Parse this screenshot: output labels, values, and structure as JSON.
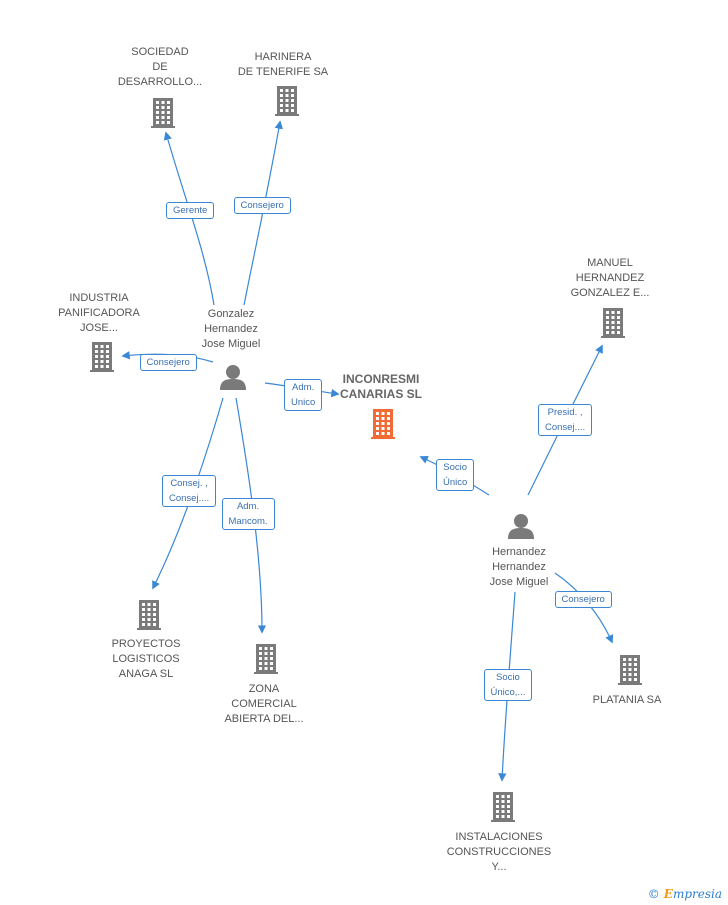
{
  "colors": {
    "edge": "#3a87d6",
    "building": "#7a7a7a",
    "building_center": "#f26b35",
    "person": "#7a7a7a"
  },
  "nodes": [
    {
      "id": "center",
      "type": "company",
      "highlight": true,
      "lines": [
        "INCONRESMI",
        "CANARIAS SL"
      ]
    },
    {
      "id": "sociedad",
      "type": "company",
      "lines": [
        "SOCIEDAD",
        "DE",
        "DESARROLLO..."
      ]
    },
    {
      "id": "harinera",
      "type": "company",
      "lines": [
        "HARINERA",
        "DE TENERIFE SA"
      ]
    },
    {
      "id": "industria",
      "type": "company",
      "lines": [
        "INDUSTRIA",
        "PANIFICADORA",
        "JOSE..."
      ]
    },
    {
      "id": "gonzalez",
      "type": "person",
      "lines": [
        "Gonzalez",
        "Hernandez",
        "Jose Miguel"
      ]
    },
    {
      "id": "proyectos",
      "type": "company",
      "lines": [
        "PROYECTOS",
        "LOGISTICOS",
        "ANAGA SL"
      ]
    },
    {
      "id": "zona",
      "type": "company",
      "lines": [
        "ZONA",
        "COMERCIAL",
        "ABIERTA DEL..."
      ]
    },
    {
      "id": "manuel",
      "type": "company",
      "lines": [
        "MANUEL",
        "HERNANDEZ",
        "GONZALEZ E..."
      ]
    },
    {
      "id": "hernandez",
      "type": "person",
      "lines": [
        "Hernandez",
        "Hernandez",
        "Jose Miguel"
      ]
    },
    {
      "id": "platania",
      "type": "company",
      "lines": [
        "PLATANIA SA"
      ]
    },
    {
      "id": "instalaciones",
      "type": "company",
      "lines": [
        "INSTALACIONES",
        "CONSTRUCCIONES",
        "Y..."
      ]
    }
  ],
  "edges": [
    {
      "from": "gonzalez",
      "to": "sociedad",
      "lines": [
        "Gerente"
      ]
    },
    {
      "from": "gonzalez",
      "to": "harinera",
      "lines": [
        "Consejero"
      ]
    },
    {
      "from": "gonzalez",
      "to": "industria",
      "lines": [
        "Consejero"
      ]
    },
    {
      "from": "gonzalez",
      "to": "center",
      "lines": [
        "Adm.",
        "Unico"
      ]
    },
    {
      "from": "gonzalez",
      "to": "proyectos",
      "lines": [
        "Consej. ,",
        "Consej...."
      ]
    },
    {
      "from": "gonzalez",
      "to": "zona",
      "lines": [
        "Adm.",
        "Mancom."
      ]
    },
    {
      "from": "hernandez",
      "to": "center",
      "lines": [
        "Socio",
        "Único"
      ]
    },
    {
      "from": "hernandez",
      "to": "manuel",
      "lines": [
        "Presid. ,",
        "Consej...."
      ]
    },
    {
      "from": "hernandez",
      "to": "platania",
      "lines": [
        "Consejero"
      ]
    },
    {
      "from": "hernandez",
      "to": "instalaciones",
      "lines": [
        "Socio",
        "Único,..."
      ]
    }
  ],
  "watermark": {
    "copyright": "©",
    "brand_first": "E",
    "brand_rest": "mpresia"
  }
}
